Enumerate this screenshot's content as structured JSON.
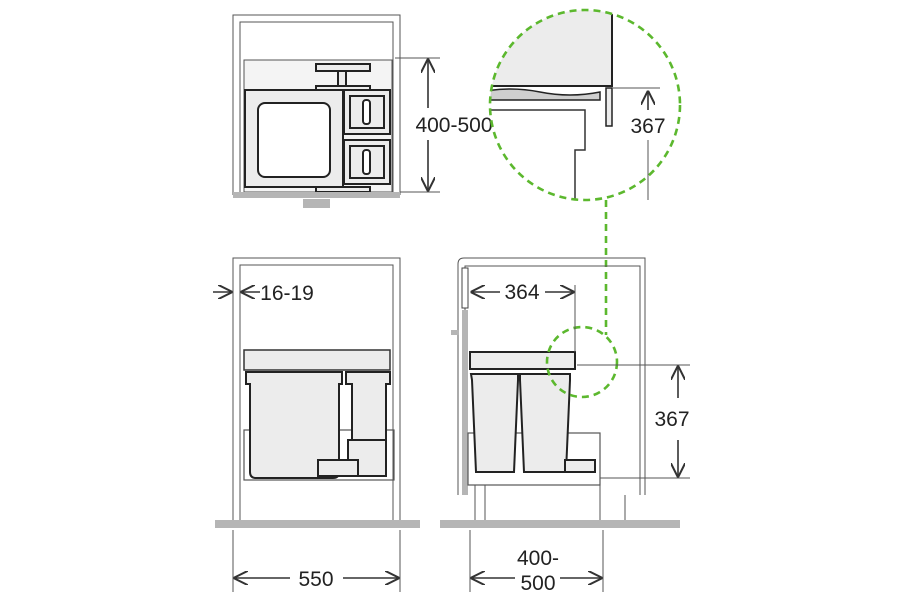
{
  "dimensions": {
    "top_view_depth": "400-500",
    "detail_height": "367",
    "side_gap": "16-19",
    "bin_width": "364",
    "bin_height": "367",
    "cabinet_width": "550",
    "cabinet_depth_line1": "400-",
    "cabinet_depth_line2": "500"
  },
  "colors": {
    "detail_circle": "#5cb82e",
    "floor": "#b5b5b5",
    "bin_fill": "#ececec"
  }
}
